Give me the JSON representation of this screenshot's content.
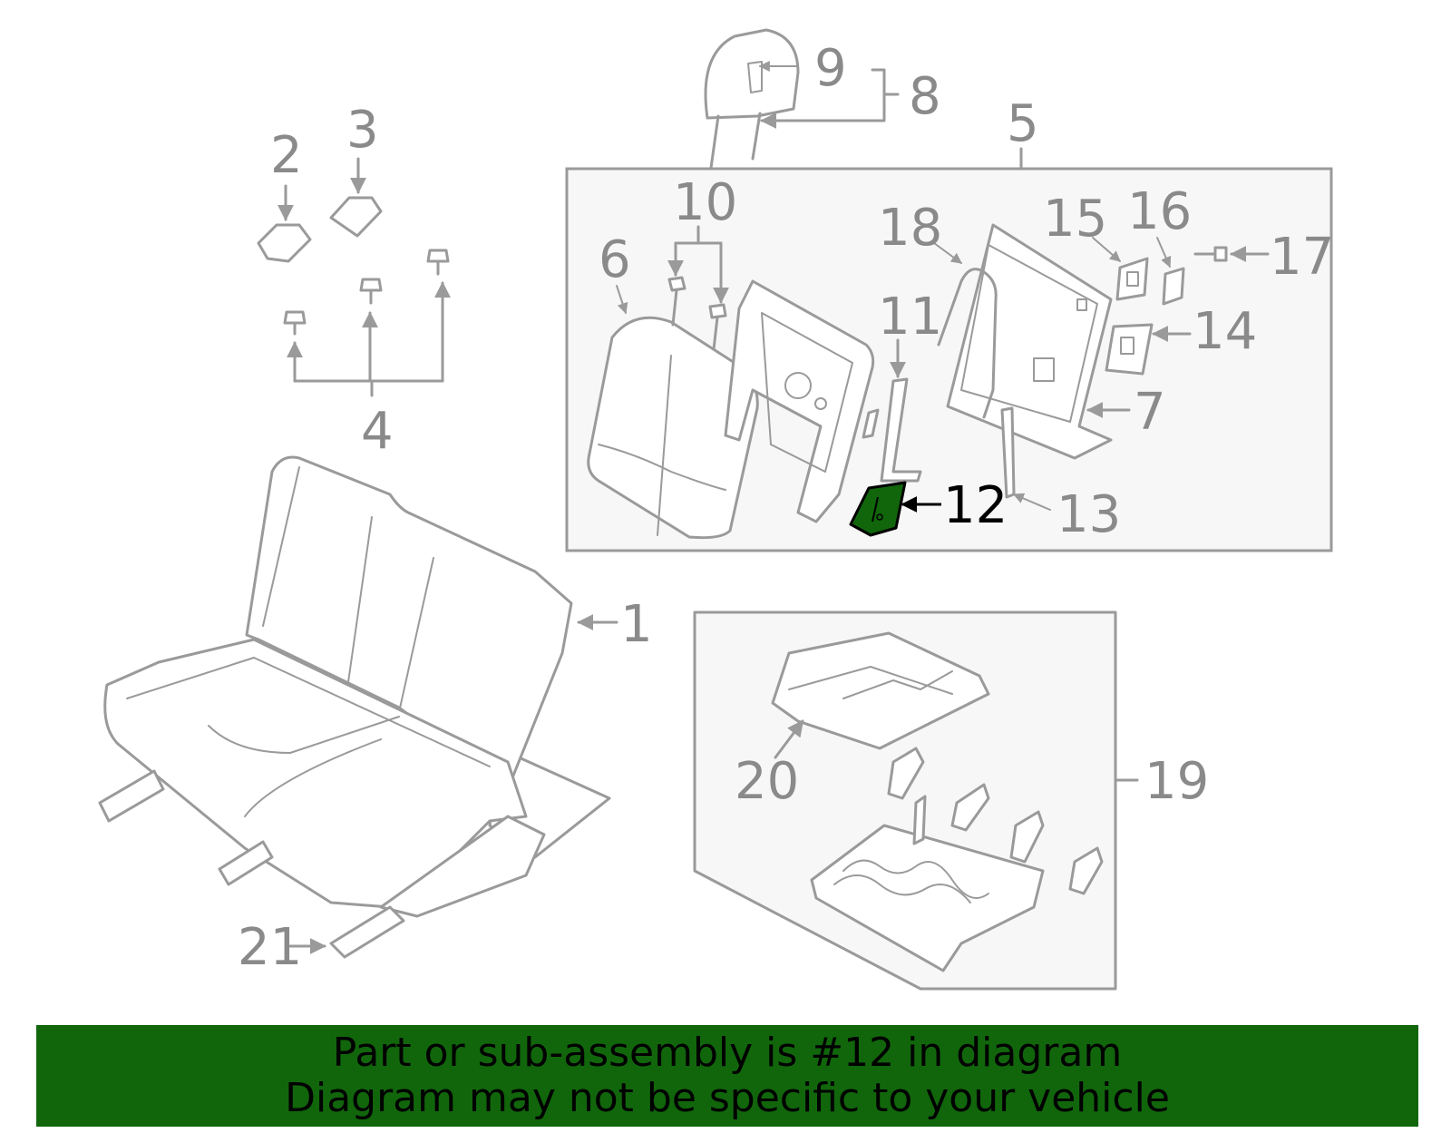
{
  "colors": {
    "line": "#9a9a9a",
    "label": "#8a8a8a",
    "highlight_fill": "#11660c",
    "banner_bg": "#11660c",
    "panel_bg": "#f7f7f7"
  },
  "callouts": {
    "n1": "1",
    "n2": "2",
    "n3": "3",
    "n4": "4",
    "n5": "5",
    "n6": "6",
    "n7": "7",
    "n8": "8",
    "n9": "9",
    "n10": "10",
    "n11": "11",
    "n12": "12",
    "n13": "13",
    "n14": "14",
    "n15": "15",
    "n16": "16",
    "n17": "17",
    "n18": "18",
    "n19": "19",
    "n20": "20",
    "n21": "21"
  },
  "highlighted_part": "12",
  "banner": {
    "line1": "Part or sub-assembly is #12 in diagram",
    "line2": "Diagram may not be specific to your vehicle"
  }
}
